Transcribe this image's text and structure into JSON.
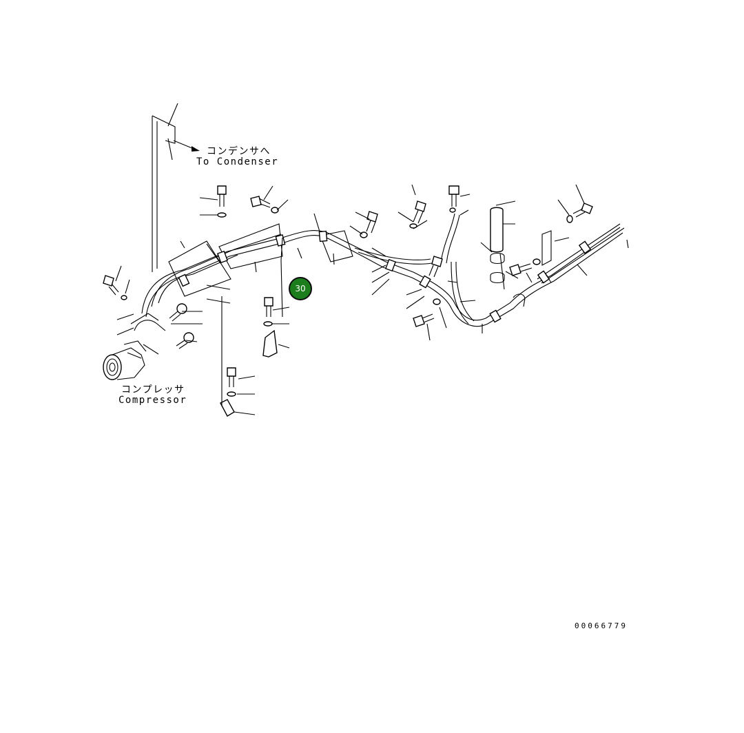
{
  "labels": {
    "condenser_jp": "コンデンサへ",
    "condenser_en": "To Condenser",
    "compressor_jp": "コンプレッサ",
    "compressor_en": "Compressor"
  },
  "callout": {
    "number": "30",
    "color": "#1b7d1b"
  },
  "drawing_number": "00066779"
}
